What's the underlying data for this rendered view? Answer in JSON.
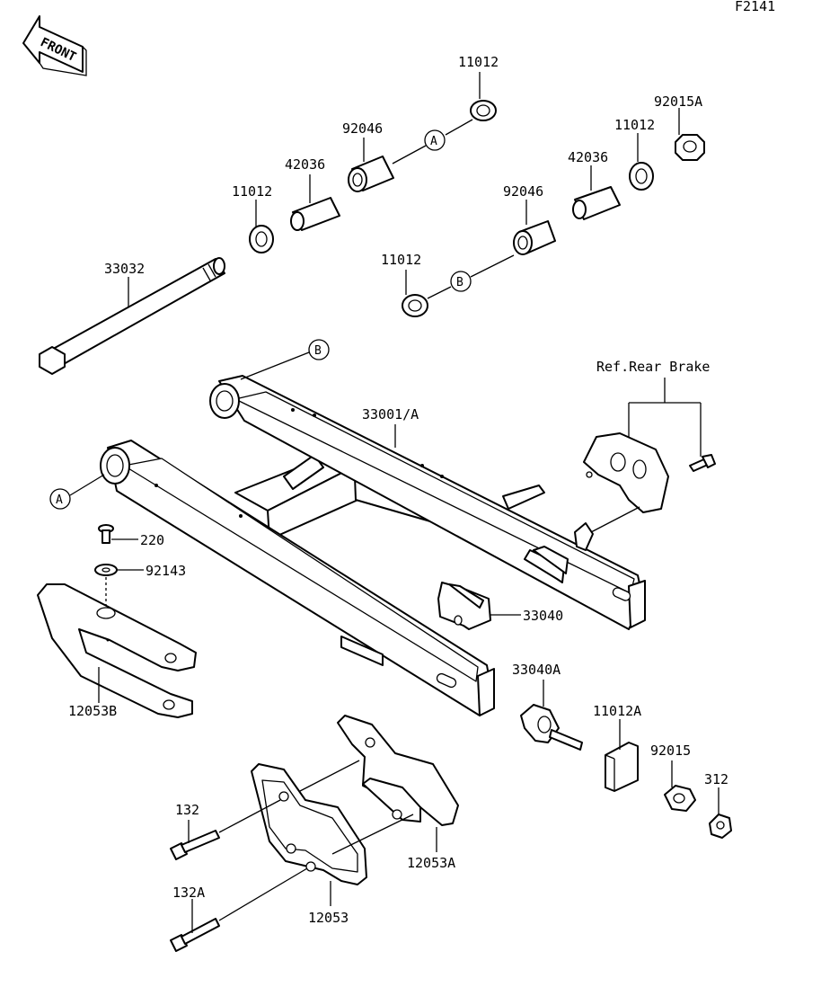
{
  "figure_code": "F2141",
  "front_label": "FRONT",
  "ref_rear_brake": "Ref.Rear Brake",
  "labels": {
    "p11012_top": "11012",
    "p92046_top": "92046",
    "p42036_top": "42036",
    "p11012_left": "11012",
    "p33032": "33032",
    "p92015A": "92015A",
    "p11012_right": "11012",
    "p42036_right": "42036",
    "p92046_mid": "92046",
    "p11012_mid": "11012",
    "p33001A": "33001/A",
    "p220": "220",
    "p92143": "92143",
    "p33040": "33040",
    "p12053B": "12053B",
    "p33040A": "33040A",
    "p11012A": "11012A",
    "p92015": "92015",
    "p312": "312",
    "p132": "132",
    "p132A": "132A",
    "p12053A": "12053A",
    "p12053": "12053"
  },
  "callouts": {
    "a1": "A",
    "a2": "A",
    "b1": "B",
    "b2": "B"
  }
}
